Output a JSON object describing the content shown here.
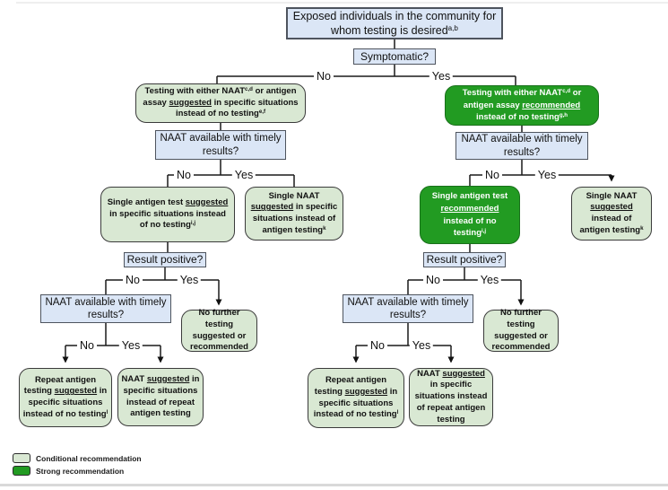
{
  "colors": {
    "conditional_fill": "#d9e8d3",
    "strong_fill": "#229b22",
    "question_fill": "#dbe6f6"
  },
  "branch": {
    "no": "No",
    "yes": "Yes"
  },
  "questions": {
    "symptomatic": "Symptomatic?",
    "naat_available": "NAAT available with timely results?",
    "result_positive": "Result positive?"
  },
  "nodes": {
    "exposed": [
      {
        "t": "Exposed individuals in the community for whom testing is desired"
      },
      {
        "s": "a,b"
      }
    ],
    "asymptomatic_testing": [
      {
        "t": "Testing with either NAAT"
      },
      {
        "s": "c,d"
      },
      {
        "t": " or antigen assay "
      },
      {
        "u": "suggested"
      },
      {
        "t": " in specific situations instead of no testing"
      },
      {
        "s": "e,f"
      }
    ],
    "symptomatic_testing": [
      {
        "t": "Testing with either NAAT"
      },
      {
        "s": "c,d"
      },
      {
        "t": " or antigen assay "
      },
      {
        "u": "recommended"
      },
      {
        "t": " instead of no testing"
      },
      {
        "s": "g,h"
      }
    ],
    "single_antigen_suggested": [
      {
        "t": "Single antigen test "
      },
      {
        "u": "suggested"
      },
      {
        "t": " in specific situations instead of no testing"
      },
      {
        "s": "i,j"
      }
    ],
    "single_naat_suggested_specific": [
      {
        "t": "Single NAAT "
      },
      {
        "u": "suggested"
      },
      {
        "t": " in specific situations instead of antigen testing"
      },
      {
        "s": "k"
      }
    ],
    "single_antigen_recommended": [
      {
        "t": "Single antigen test "
      },
      {
        "u": "recommended"
      },
      {
        "t": " instead of no testing"
      },
      {
        "s": "i,j"
      }
    ],
    "single_naat_suggested": [
      {
        "t": "Single NAAT "
      },
      {
        "u": "suggested"
      },
      {
        "t": " instead of antigen testing"
      },
      {
        "s": "k"
      }
    ],
    "no_further_testing": "No further testing suggested or recommended",
    "repeat_antigen_suggested": [
      {
        "t": "Repeat antigen testing "
      },
      {
        "u": "suggested"
      },
      {
        "t": " in specific situations instead of no testing"
      },
      {
        "s": "l"
      }
    ],
    "naat_instead_repeat": [
      {
        "t": "NAAT "
      },
      {
        "u": "suggested"
      },
      {
        "t": " in specific situations instead of repeat antigen testing"
      }
    ]
  },
  "legend": {
    "conditional": "Conditional recommendation",
    "strong": "Strong recommendation"
  }
}
